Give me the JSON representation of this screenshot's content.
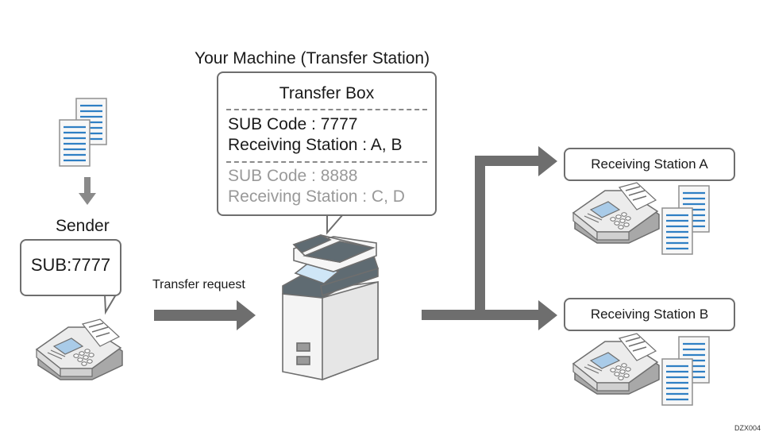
{
  "diagram": {
    "title": "Your Machine (Transfer Station)",
    "transfer_box": {
      "heading": "Transfer Box",
      "entries": [
        {
          "sub_code_line": "SUB Code : 7777",
          "stations_line": "Receiving Station : A, B",
          "active": true
        },
        {
          "sub_code_line": "SUB Code : 8888",
          "stations_line": "Receiving Station : C, D",
          "active": false
        }
      ]
    },
    "sender": {
      "label": "Sender",
      "bubble_text": "SUB:7777"
    },
    "arrow_label": "Transfer request",
    "receivers": [
      {
        "label": "Receiving Station A"
      },
      {
        "label": "Receiving Station B"
      }
    ],
    "figure_code": "DZX004",
    "colors": {
      "arrow": "#6e6e6e",
      "doc_lines": "#2f7fc4",
      "machine_dark": "#5f6b72",
      "screen": "#cfe6f7",
      "gray_text": "#999999"
    }
  }
}
